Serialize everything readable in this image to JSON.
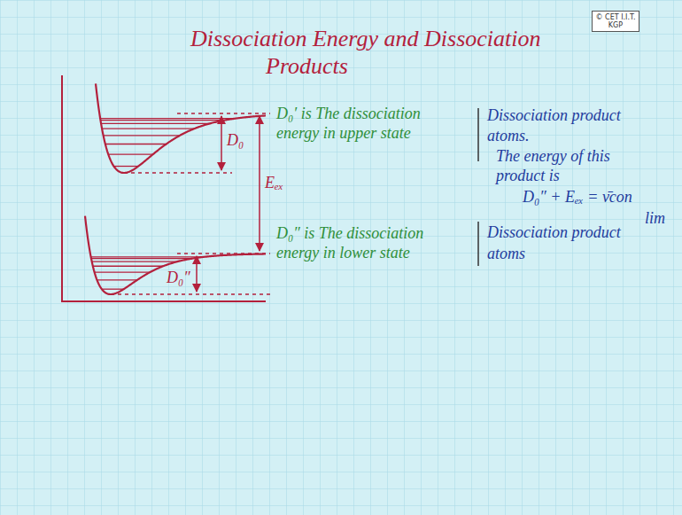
{
  "diagram": {
    "title": "Dissociation Energy and Dissociation Products",
    "nodes": [
      {
        "text": [
          "© CET I.I.T. KGP"
        ]
      }
    ],
    "labels": [
      "D₀",
      "Eₑₓ",
      "D₀″",
      "D₀′ is The dissociation energy in upper state",
      "Dissociation product",
      "atoms.",
      "The energy of this product is",
      "D₀″ + Eₑₓ = ν̄con",
      "lim",
      "D₀″ is The dissociation energy in lower state",
      "Dissociation product",
      "atoms"
    ]
  }
}
